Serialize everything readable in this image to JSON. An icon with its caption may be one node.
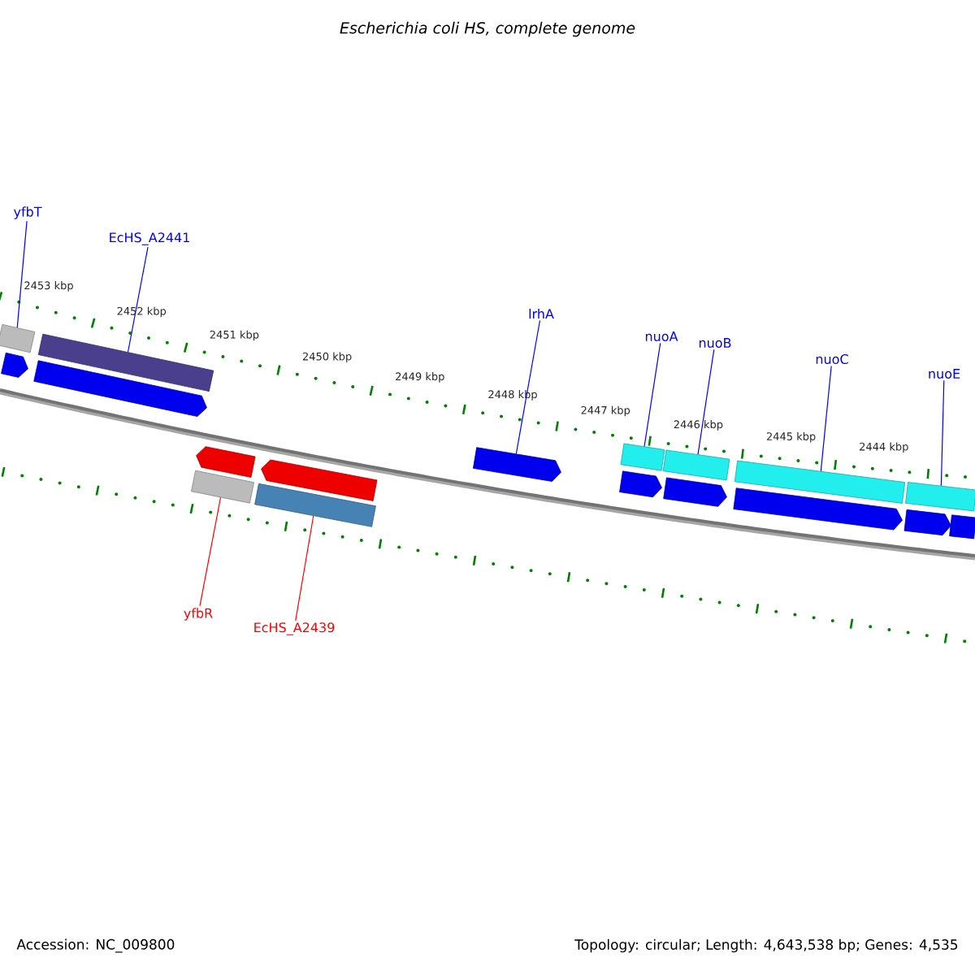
{
  "diagram": {
    "title": "Escherichia coli HS, complete genome",
    "nodes": [
      {
        "text": [
          "yfbT"
        ]
      },
      {
        "text": [
          "EcHS_A2441"
        ]
      },
      {
        "text": [
          "lrhA"
        ]
      },
      {
        "text": [
          "nuoA"
        ]
      },
      {
        "text": [
          "nuoB"
        ]
      },
      {
        "text": [
          "nuoC"
        ]
      },
      {
        "text": [
          "nuoE"
        ]
      },
      {
        "text": [
          "yfbR"
        ]
      },
      {
        "text": [
          "EcHS_A2439"
        ]
      },
      {
        "text": [],
        "shape": "arrow"
      },
      {
        "text": [],
        "shape": "bar"
      },
      {
        "text": [],
        "shape": "arrow"
      },
      {
        "text": [],
        "shape": "bar"
      },
      {
        "text": [],
        "shape": "bar"
      },
      {
        "text": [],
        "shape": "arrow"
      },
      {
        "text": [],
        "shape": "bar"
      },
      {
        "text": [],
        "shape": "arrow"
      },
      {
        "text": [],
        "shape": "arrow"
      },
      {
        "text": [],
        "shape": "arrow"
      },
      {
        "text": [],
        "shape": "bar"
      },
      {
        "text": [],
        "shape": "arrow"
      },
      {
        "text": [],
        "shape": "bar"
      },
      {
        "text": [],
        "shape": "arrow"
      },
      {
        "text": [],
        "shape": "bar"
      },
      {
        "text": [],
        "shape": "arrow"
      },
      {
        "text": [],
        "shape": "bar"
      },
      {
        "text": [],
        "shape": "bar"
      }
    ],
    "edges": [
      {
        "from": 0,
        "to": 10,
        "arrow": "none"
      },
      {
        "from": 1,
        "to": 12,
        "arrow": "none"
      },
      {
        "from": 2,
        "to": 17,
        "arrow": "none"
      },
      {
        "from": 3,
        "to": 19,
        "arrow": "none"
      },
      {
        "from": 4,
        "to": 21,
        "arrow": "none"
      },
      {
        "from": 5,
        "to": 23,
        "arrow": "none"
      },
      {
        "from": 6,
        "to": 25,
        "arrow": "none"
      },
      {
        "from": 7,
        "to": 13,
        "arrow": "none",
        "color": "#ff0000"
      },
      {
        "from": 8,
        "to": 15,
        "arrow": "none",
        "color": "#ff0000"
      }
    ],
    "labels": [
      "2453 kbp",
      "2452 kbp",
      "2451 kbp",
      "2450 kbp",
      "2449 kbp",
      "2448 kbp",
      "2447 kbp",
      "2446 kbp",
      "2445 kbp",
      "2444 kbp",
      "Accession: NC_009800",
      "Topology: circular; Length: 4,643,538 bp; Genes: 4,535"
    ]
  }
}
